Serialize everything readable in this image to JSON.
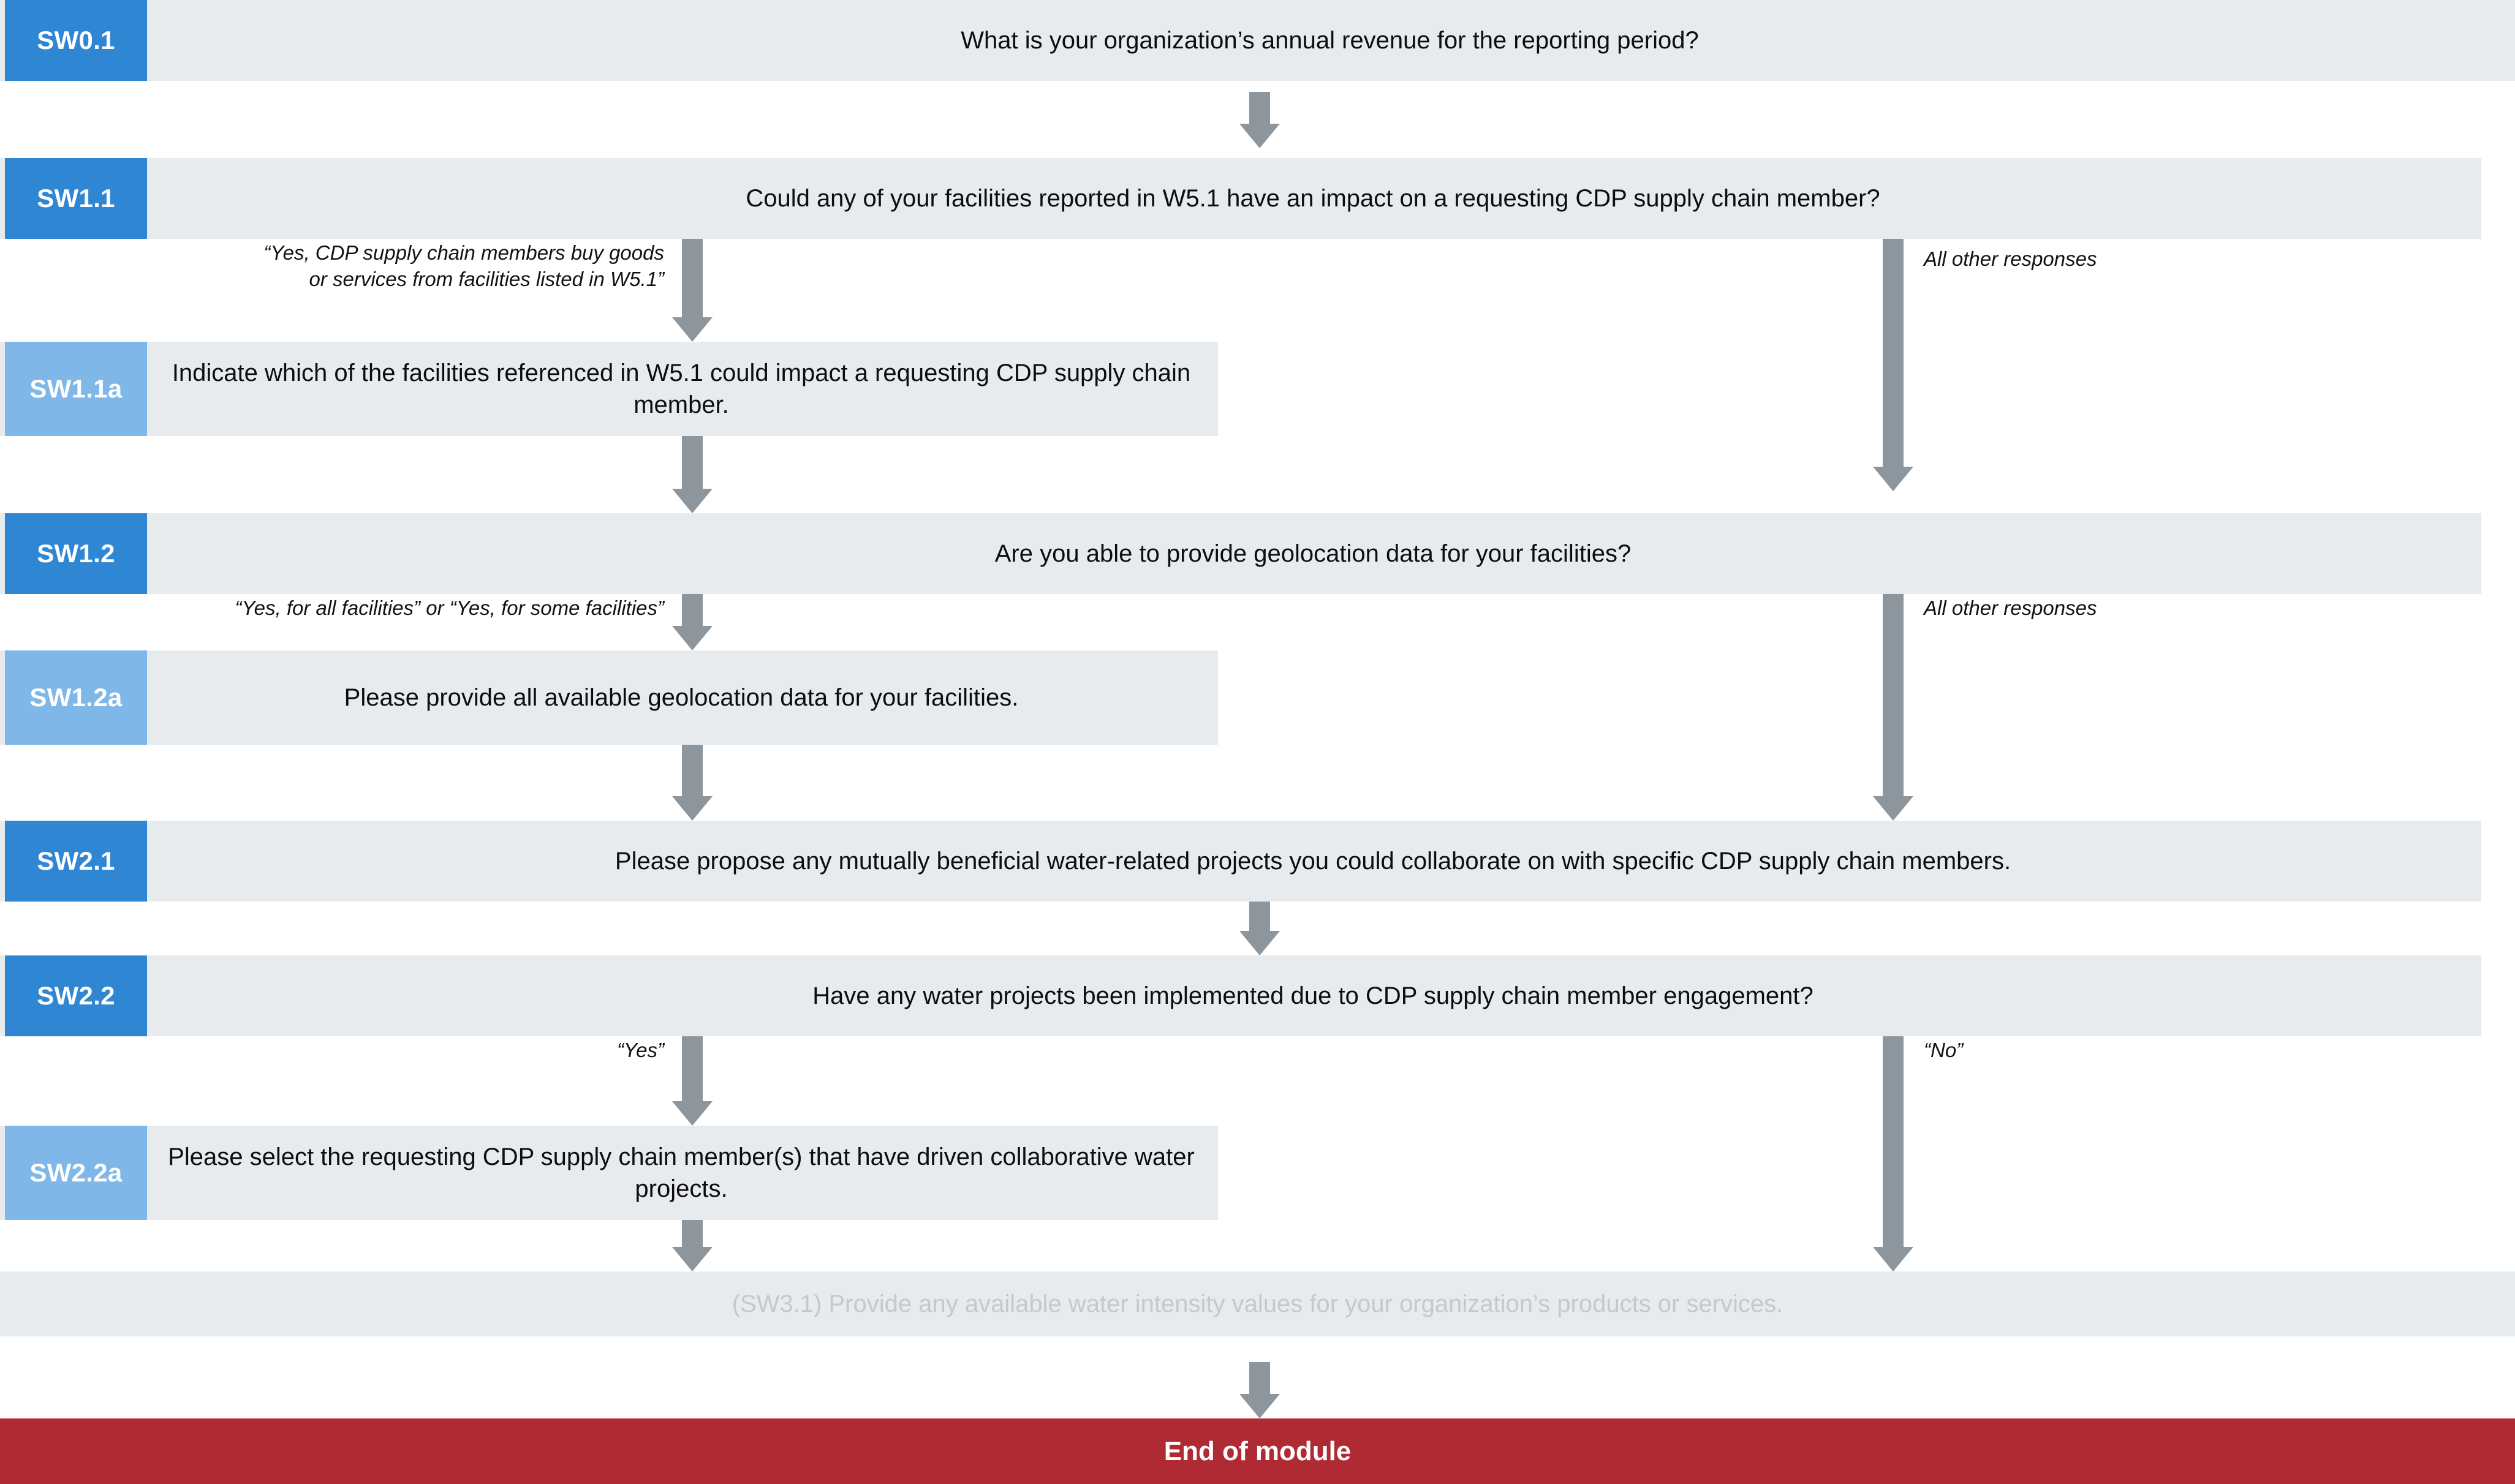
{
  "diagram": {
    "title": "CDP Supply Chain Water module question flow",
    "colors": {
      "row_background": "#e8ebee",
      "chip_main": "#2f86d2",
      "chip_sub": "#7fb7e8",
      "arrow": "#8d969d",
      "terminator": "#b02a33",
      "ghost_text": "#c3c9cd"
    }
  },
  "rows": [
    {
      "id": "sw0_1",
      "label": "SW0.1",
      "text": "What is your organization’s annual revenue for the reporting period?"
    },
    {
      "id": "sw1_1",
      "label": "SW1.1",
      "text": "Could any of your facilities reported in W5.1 have an impact on a requesting CDP supply chain member?"
    },
    {
      "id": "sw1_1a",
      "label": "SW1.1a",
      "text": "Indicate which of the facilities referenced in W5.1 could impact a requesting CDP supply chain member."
    },
    {
      "id": "sw1_2",
      "label": "SW1.2",
      "text": "Are you able to provide geolocation data for your facilities?"
    },
    {
      "id": "sw1_2a",
      "label": "SW1.2a",
      "text": "Please provide all available geolocation data for your facilities."
    },
    {
      "id": "sw2_1",
      "label": "SW2.1",
      "text": "Please propose any mutually beneficial water-related projects you could collaborate on with specific CDP supply chain members."
    },
    {
      "id": "sw2_2",
      "label": "SW2.2",
      "text": "Have any water projects been implemented due to CDP supply chain member engagement?"
    },
    {
      "id": "sw2_2a",
      "label": "SW2.2a",
      "text": "Please select the requesting CDP supply chain member(s) that have driven collaborative water projects."
    },
    {
      "id": "sw3_1",
      "label": "",
      "text": "(SW3.1) Provide any available water intensity values for your organization’s products or services."
    }
  ],
  "annotations": [
    {
      "id": "ann_sw1_1_yes",
      "text": "“Yes, CDP supply chain members buy goods\nor services from facilities listed in W5.1”"
    },
    {
      "id": "ann_sw1_1_other",
      "text": "All other responses"
    },
    {
      "id": "ann_sw1_2_yes",
      "text": "“Yes, for all facilities” or “Yes, for some facilities”"
    },
    {
      "id": "ann_sw1_2_other",
      "text": "All other responses"
    },
    {
      "id": "ann_sw2_2_yes",
      "text": "“Yes”"
    },
    {
      "id": "ann_sw2_2_no",
      "text": "“No”"
    }
  ],
  "terminator": {
    "label": "End of module"
  }
}
